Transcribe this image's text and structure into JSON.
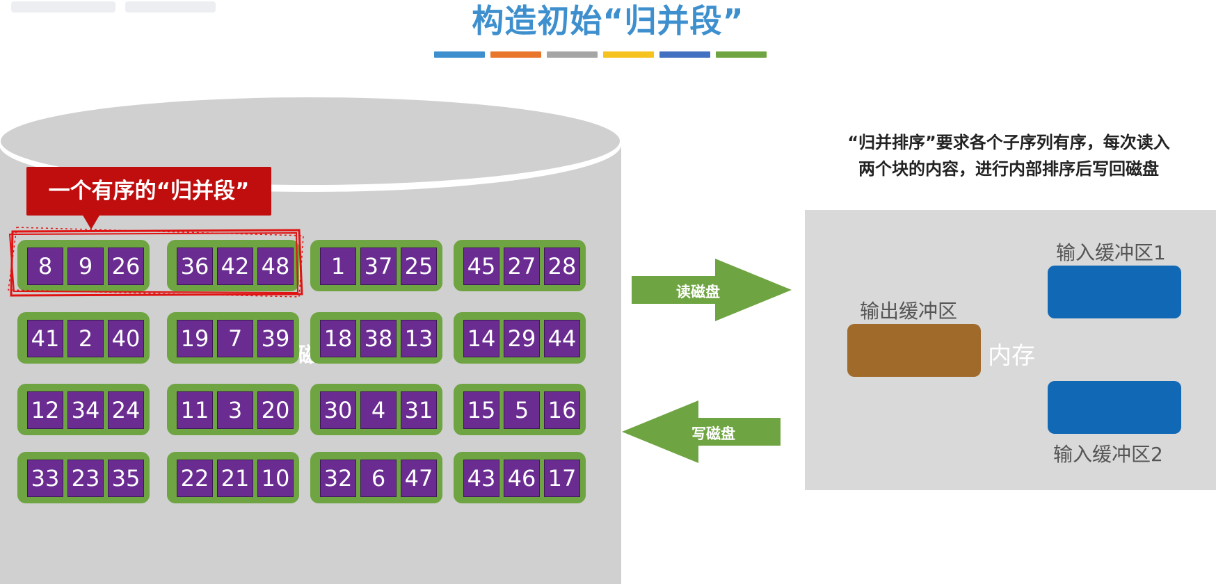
{
  "title": "构造初始“归并段”",
  "color_bar": [
    "#3d8fce",
    "#e9772b",
    "#a5a5a5",
    "#f6c21d",
    "#4171c0",
    "#6ea441"
  ],
  "disk": {
    "annotation": "一个有序的“归并段”",
    "hidden_label": "磁",
    "blocks": [
      [
        8,
        9,
        26
      ],
      [
        36,
        42,
        48
      ],
      [
        1,
        37,
        25
      ],
      [
        45,
        27,
        28
      ],
      [
        41,
        2,
        40
      ],
      [
        19,
        7,
        39
      ],
      [
        18,
        38,
        13
      ],
      [
        14,
        29,
        44
      ],
      [
        12,
        34,
        24
      ],
      [
        11,
        3,
        20
      ],
      [
        30,
        4,
        31
      ],
      [
        15,
        5,
        16
      ],
      [
        33,
        23,
        35
      ],
      [
        22,
        21,
        10
      ],
      [
        32,
        6,
        47
      ],
      [
        43,
        46,
        17
      ]
    ]
  },
  "arrows": {
    "read": "读磁盘",
    "write": "写磁盘"
  },
  "description": {
    "line1": "“归并排序”要求各个子序列有序，每次读入",
    "line2": "两个块的内容，进行内部排序后写回磁盘"
  },
  "memory": {
    "label": "内存",
    "output_buffer": "输出缓冲区",
    "input_buffer_1": "输入缓冲区1",
    "input_buffer_2": "输入缓冲区2"
  },
  "colors": {
    "block_green": "#6ea441",
    "cell_purple": "#6a2c91",
    "annotation_red": "#c00d0d",
    "buffer_blue": "#1168b5",
    "buffer_brown": "#a06a2a",
    "disk_gray": "#d0d0d0",
    "memory_gray": "#d9d9d9"
  }
}
